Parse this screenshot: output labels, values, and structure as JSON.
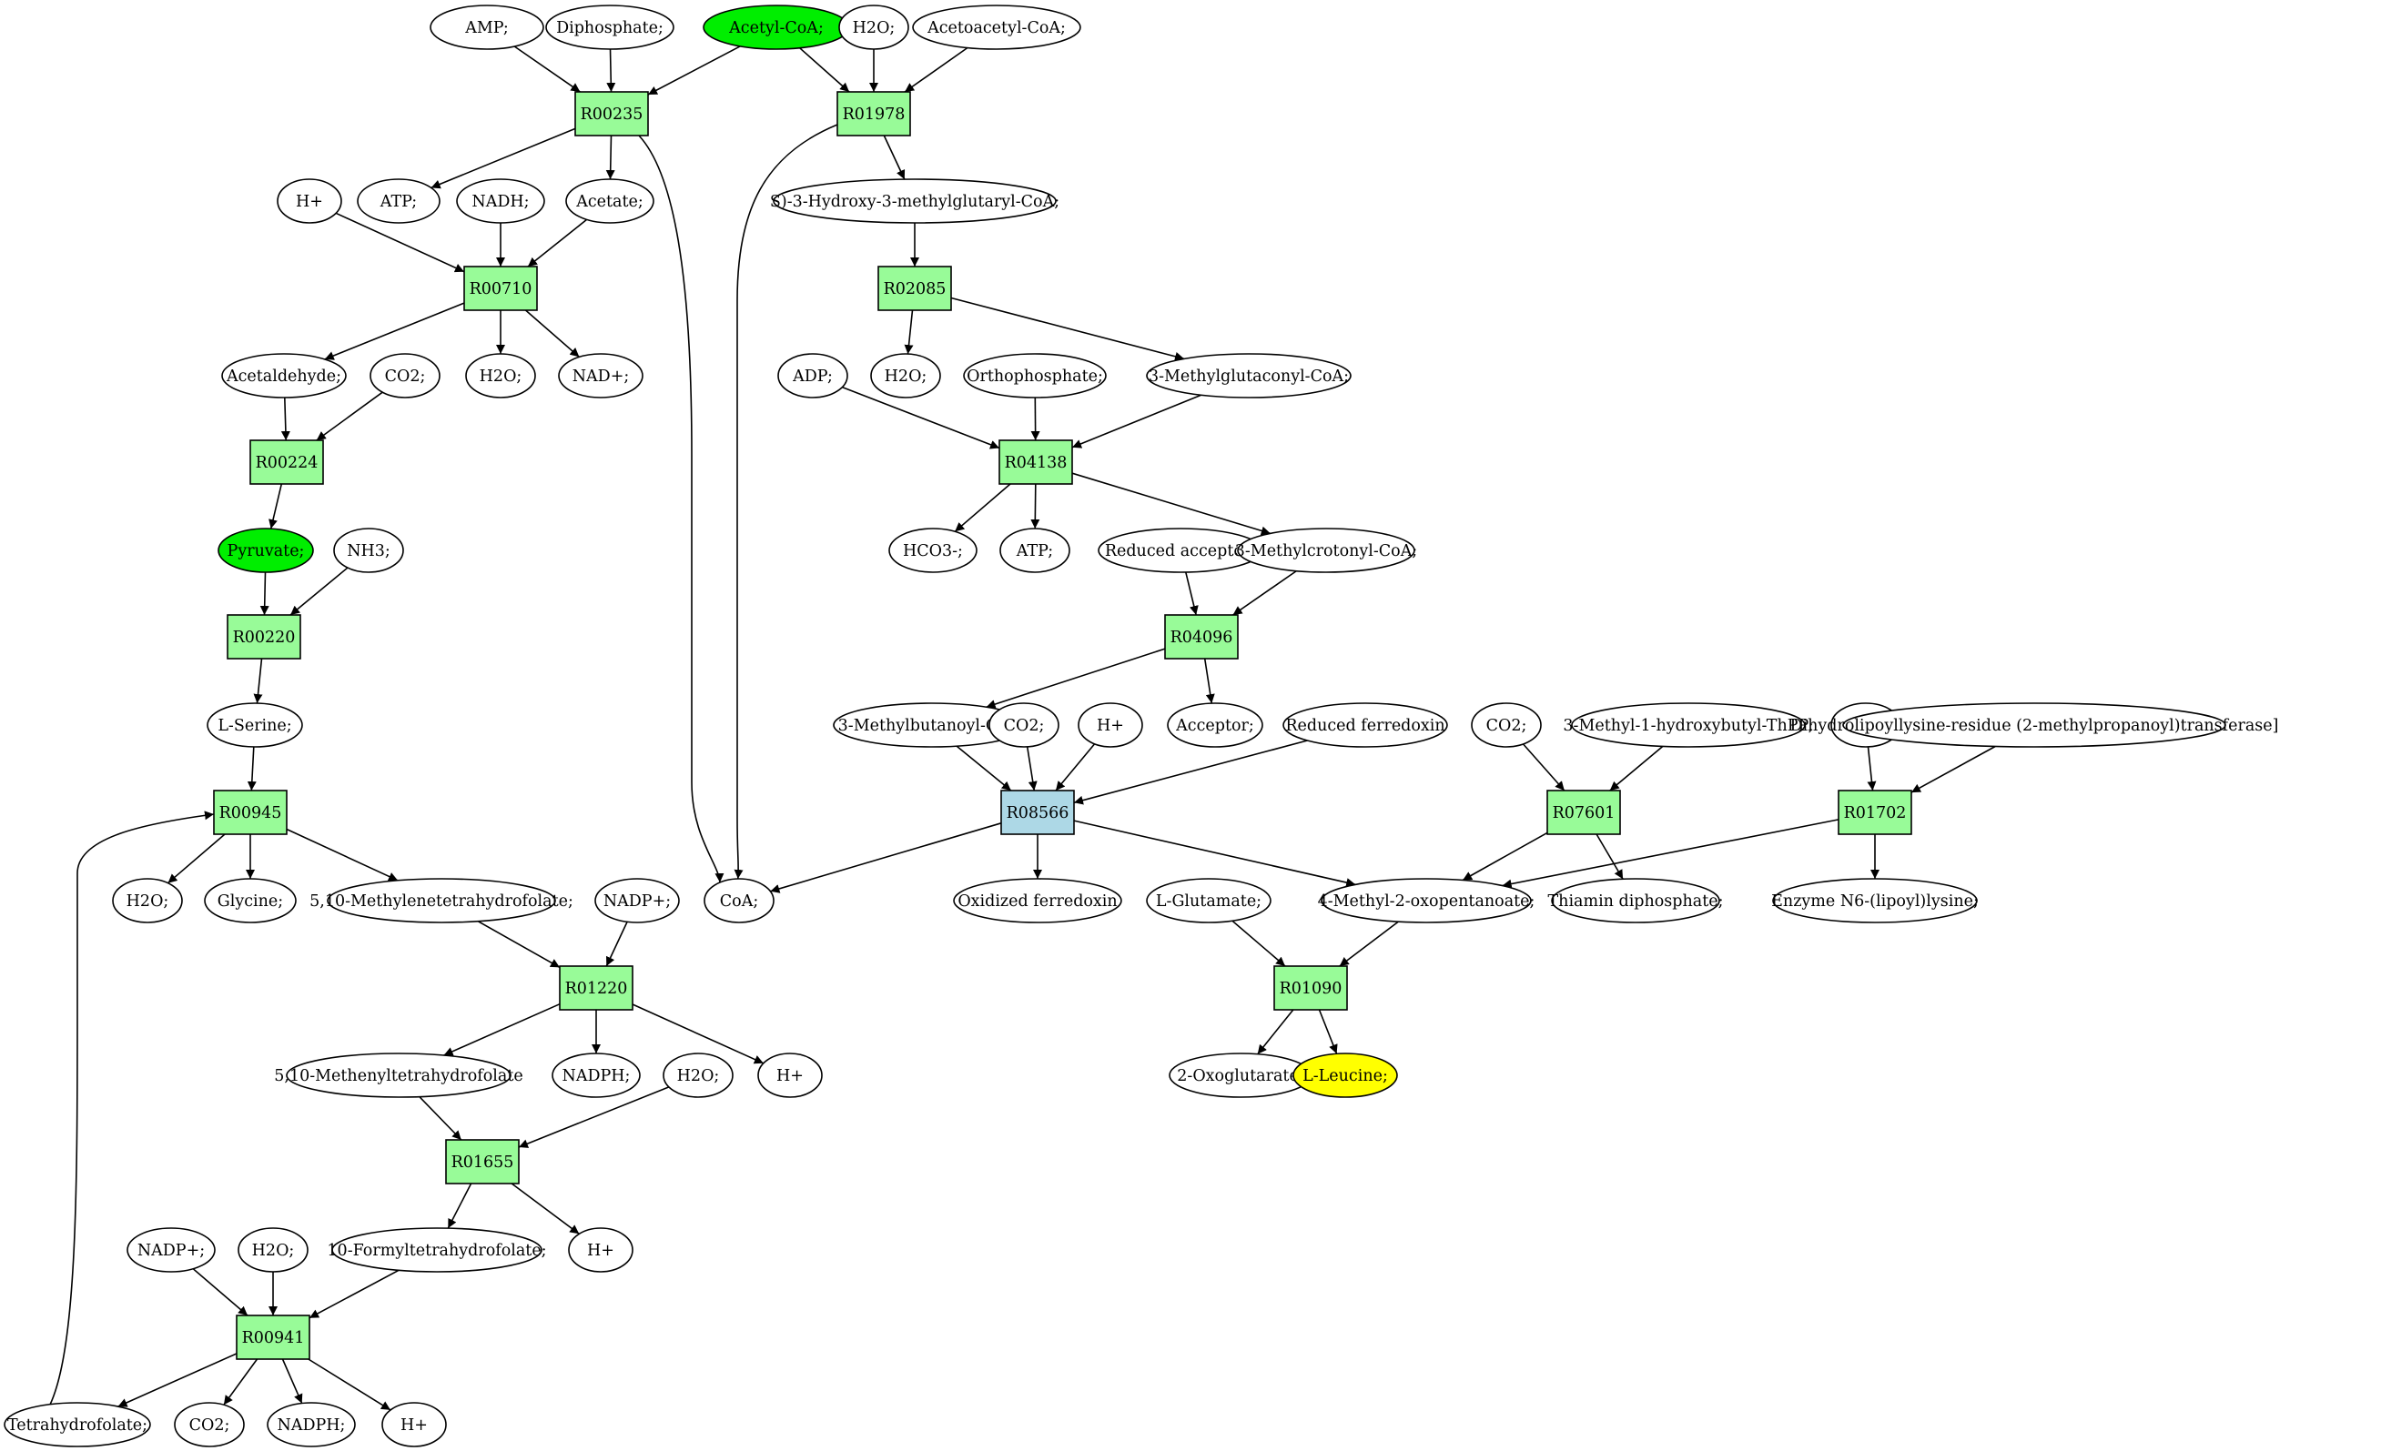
{
  "colors": {
    "reaction_fill": "#98fb98",
    "highlight_reaction_fill": "#add8e6",
    "source_fill": "#00ee00",
    "target_fill": "#ffff00",
    "node_fill": "#ffffff",
    "stroke": "#000000"
  },
  "nodes": {
    "amp1": {
      "label": "AMP;",
      "kind": "compound"
    },
    "dip1": {
      "label": "Diphosphate;",
      "kind": "compound"
    },
    "acoa": {
      "label": "Acetyl-CoA;",
      "kind": "source"
    },
    "h2o1": {
      "label": "H2O;",
      "kind": "compound"
    },
    "aacoa": {
      "label": "Acetoacetyl-CoA;",
      "kind": "compound"
    },
    "r00235": {
      "label": "R00235",
      "kind": "reaction"
    },
    "r01978": {
      "label": "R01978",
      "kind": "reaction"
    },
    "hp1": {
      "label": "H+",
      "kind": "compound"
    },
    "atp1": {
      "label": "ATP;",
      "kind": "compound"
    },
    "nadh1": {
      "label": "NADH;",
      "kind": "compound"
    },
    "acet": {
      "label": "Acetate;",
      "kind": "compound"
    },
    "hmg": {
      "label": "S)-3-Hydroxy-3-methylglutaryl-CoA;",
      "kind": "compound"
    },
    "r00710": {
      "label": "R00710",
      "kind": "reaction"
    },
    "r02085": {
      "label": "R02085",
      "kind": "reaction"
    },
    "acald": {
      "label": "Acetaldehyde;",
      "kind": "compound"
    },
    "co2a": {
      "label": "CO2;",
      "kind": "compound"
    },
    "h2o2": {
      "label": "H2O;",
      "kind": "compound"
    },
    "nadp1": {
      "label": "NAD+;",
      "kind": "compound"
    },
    "adp": {
      "label": "ADP;",
      "kind": "compound"
    },
    "h2o3": {
      "label": "H2O;",
      "kind": "compound"
    },
    "ortho": {
      "label": "Orthophosphate;",
      "kind": "compound"
    },
    "mgc": {
      "label": "3-Methylglutaconyl-CoA;",
      "kind": "compound"
    },
    "r00224": {
      "label": "R00224",
      "kind": "reaction"
    },
    "r04138": {
      "label": "R04138",
      "kind": "reaction"
    },
    "pyr": {
      "label": "Pyruvate;",
      "kind": "source"
    },
    "nh3": {
      "label": "NH3;",
      "kind": "compound"
    },
    "hco3": {
      "label": "HCO3-;",
      "kind": "compound"
    },
    "atp2": {
      "label": "ATP;",
      "kind": "compound"
    },
    "redacc": {
      "label": "Reduced acceptor;",
      "kind": "compound"
    },
    "mcc": {
      "label": "3-Methylcrotonyl-CoA;",
      "kind": "compound"
    },
    "r00220": {
      "label": "R00220",
      "kind": "reaction"
    },
    "r04096": {
      "label": "R04096",
      "kind": "reaction"
    },
    "lser": {
      "label": "L-Serine;",
      "kind": "compound"
    },
    "mbc": {
      "label": "3-Methylbutanoyl-CoA;",
      "kind": "compound"
    },
    "co2b": {
      "label": "CO2;",
      "kind": "compound"
    },
    "hp2": {
      "label": "H+",
      "kind": "compound"
    },
    "accp": {
      "label": "Acceptor;",
      "kind": "compound"
    },
    "redfd": {
      "label": "Reduced ferredoxin",
      "kind": "compound"
    },
    "co2c": {
      "label": "CO2;",
      "kind": "compound"
    },
    "mhb": {
      "label": "3-Methyl-1-hydroxybutyl-ThPP;",
      "kind": "compound"
    },
    "co2d": {
      "label": "CO2;",
      "kind": "compound"
    },
    "dhl": {
      "label": "Dihydrolipoyllysine-residue (2-methylpropanoyl)transferase]",
      "kind": "compound"
    },
    "r00945": {
      "label": "R00945",
      "kind": "reaction"
    },
    "r08566": {
      "label": "R08566",
      "kind": "highlight"
    },
    "r07601": {
      "label": "R07601",
      "kind": "reaction"
    },
    "r01702": {
      "label": "R01702",
      "kind": "reaction"
    },
    "h2o4": {
      "label": "H2O;",
      "kind": "compound"
    },
    "gly": {
      "label": "Glycine;",
      "kind": "compound"
    },
    "mthf": {
      "label": "5,10-Methylenetetrahydrofolate;",
      "kind": "compound"
    },
    "nadp2": {
      "label": "NADP+;",
      "kind": "compound"
    },
    "coa": {
      "label": "CoA;",
      "kind": "compound"
    },
    "oxfd": {
      "label": "Oxidized ferredoxin",
      "kind": "compound"
    },
    "lglu": {
      "label": "L-Glutamate;",
      "kind": "compound"
    },
    "kic": {
      "label": "4-Methyl-2-oxopentanoate;",
      "kind": "compound"
    },
    "thdp": {
      "label": "Thiamin diphosphate;",
      "kind": "compound"
    },
    "enz": {
      "label": "Enzyme N6-(lipoyl)lysine;",
      "kind": "compound"
    },
    "r01220": {
      "label": "R01220",
      "kind": "reaction"
    },
    "r01090": {
      "label": "R01090",
      "kind": "reaction"
    },
    "methf": {
      "label": "5,10-Methenyltetrahydrofolate",
      "kind": "compound"
    },
    "nadph1": {
      "label": "NADPH;",
      "kind": "compound"
    },
    "h2o5": {
      "label": "H2O;",
      "kind": "compound"
    },
    "hp3": {
      "label": "H+",
      "kind": "compound"
    },
    "oxg": {
      "label": "2-Oxoglutarate;",
      "kind": "compound"
    },
    "leu": {
      "label": "L-Leucine;",
      "kind": "target"
    },
    "r01655": {
      "label": "R01655",
      "kind": "reaction"
    },
    "nadp3": {
      "label": "NADP+;",
      "kind": "compound"
    },
    "h2o6": {
      "label": "H2O;",
      "kind": "compound"
    },
    "fthf": {
      "label": "10-Formyltetrahydrofolate;",
      "kind": "compound"
    },
    "hp4": {
      "label": "H+",
      "kind": "compound"
    },
    "r00941": {
      "label": "R00941",
      "kind": "reaction"
    },
    "thf": {
      "label": "Tetrahydrofolate;",
      "kind": "compound"
    },
    "co2e": {
      "label": "CO2;",
      "kind": "compound"
    },
    "nadph2": {
      "label": "NADPH;",
      "kind": "compound"
    },
    "hp5": {
      "label": "H+",
      "kind": "compound"
    }
  },
  "edges": [
    [
      "amp1",
      "r00235"
    ],
    [
      "dip1",
      "r00235"
    ],
    [
      "acoa",
      "r00235"
    ],
    [
      "acoa",
      "r01978"
    ],
    [
      "h2o1",
      "r01978"
    ],
    [
      "aacoa",
      "r01978"
    ],
    [
      "r00235",
      "atp1"
    ],
    [
      "r00235",
      "acet"
    ],
    [
      "r00235",
      "coa"
    ],
    [
      "r01978",
      "hmg"
    ],
    [
      "r01978",
      "coa"
    ],
    [
      "hp1",
      "r00710"
    ],
    [
      "nadh1",
      "r00710"
    ],
    [
      "acet",
      "r00710"
    ],
    [
      "r00710",
      "acald"
    ],
    [
      "r00710",
      "h2o2"
    ],
    [
      "r00710",
      "nadp1"
    ],
    [
      "hmg",
      "r02085"
    ],
    [
      "r02085",
      "h2o3"
    ],
    [
      "r02085",
      "mgc"
    ],
    [
      "acald",
      "r00224"
    ],
    [
      "co2a",
      "r00224"
    ],
    [
      "r00224",
      "pyr"
    ],
    [
      "adp",
      "r04138"
    ],
    [
      "ortho",
      "r04138"
    ],
    [
      "mgc",
      "r04138"
    ],
    [
      "r04138",
      "hco3"
    ],
    [
      "r04138",
      "atp2"
    ],
    [
      "r04138",
      "mcc"
    ],
    [
      "pyr",
      "r00220"
    ],
    [
      "nh3",
      "r00220"
    ],
    [
      "r00220",
      "lser"
    ],
    [
      "redacc",
      "r04096"
    ],
    [
      "mcc",
      "r04096"
    ],
    [
      "r04096",
      "mbc"
    ],
    [
      "r04096",
      "accp"
    ],
    [
      "lser",
      "r00945"
    ],
    [
      "thf",
      "r00945"
    ],
    [
      "r00945",
      "h2o4"
    ],
    [
      "r00945",
      "gly"
    ],
    [
      "r00945",
      "mthf"
    ],
    [
      "mbc",
      "r08566"
    ],
    [
      "co2b",
      "r08566"
    ],
    [
      "hp2",
      "r08566"
    ],
    [
      "redfd",
      "r08566"
    ],
    [
      "r08566",
      "coa"
    ],
    [
      "r08566",
      "oxfd"
    ],
    [
      "r08566",
      "kic"
    ],
    [
      "co2c",
      "r07601"
    ],
    [
      "mhb",
      "r07601"
    ],
    [
      "r07601",
      "kic"
    ],
    [
      "r07601",
      "thdp"
    ],
    [
      "co2d",
      "r01702"
    ],
    [
      "dhl",
      "r01702"
    ],
    [
      "r01702",
      "kic"
    ],
    [
      "r01702",
      "enz"
    ],
    [
      "mthf",
      "r01220"
    ],
    [
      "nadp2",
      "r01220"
    ],
    [
      "r01220",
      "methf"
    ],
    [
      "r01220",
      "nadph1"
    ],
    [
      "r01220",
      "hp3"
    ],
    [
      "lglu",
      "r01090"
    ],
    [
      "kic",
      "r01090"
    ],
    [
      "r01090",
      "oxg"
    ],
    [
      "r01090",
      "leu"
    ],
    [
      "methf",
      "r01655"
    ],
    [
      "h2o5",
      "r01655"
    ],
    [
      "r01655",
      "fthf"
    ],
    [
      "r01655",
      "hp4"
    ],
    [
      "nadp3",
      "r00941"
    ],
    [
      "h2o6",
      "r00941"
    ],
    [
      "fthf",
      "r00941"
    ],
    [
      "r00941",
      "thf"
    ],
    [
      "r00941",
      "co2e"
    ],
    [
      "r00941",
      "nadph2"
    ],
    [
      "r00941",
      "hp5"
    ]
  ]
}
